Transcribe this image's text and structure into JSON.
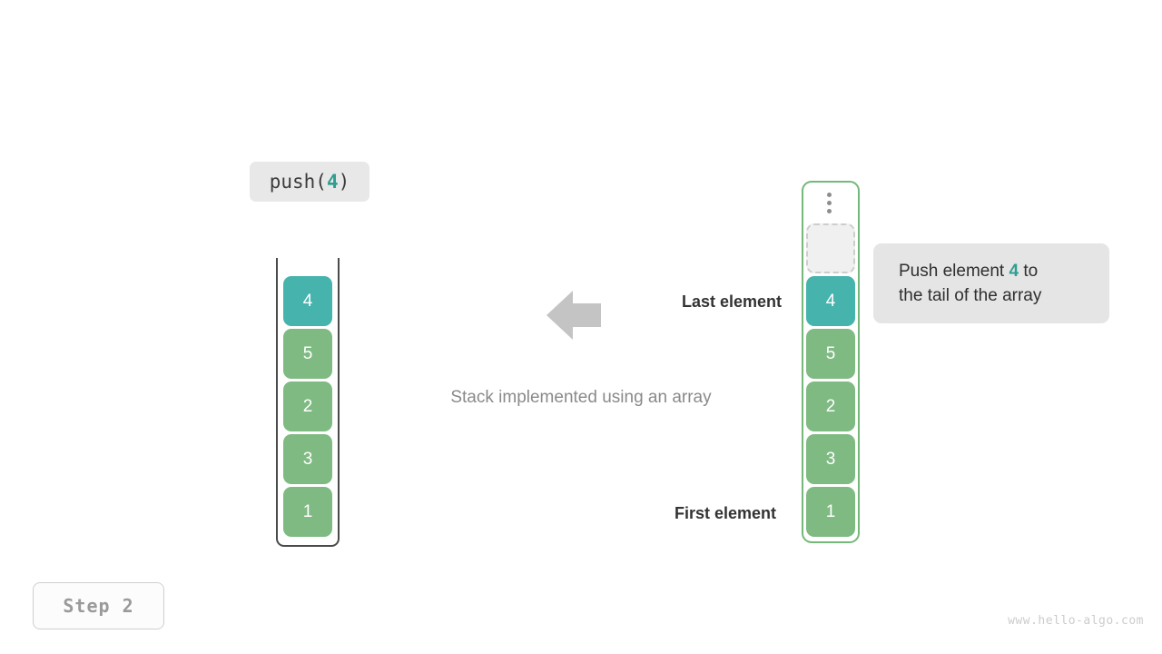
{
  "operation": {
    "prefix": "push(",
    "value": "4",
    "suffix": ")"
  },
  "stack": {
    "caption": "Stack implemented using an array",
    "top_label": "Last element",
    "bottom_label": "First element",
    "cells": [
      {
        "value": "4",
        "style": "teal"
      },
      {
        "value": "5",
        "style": "green"
      },
      {
        "value": "2",
        "style": "green"
      },
      {
        "value": "3",
        "style": "green"
      },
      {
        "value": "1",
        "style": "green"
      }
    ]
  },
  "array": {
    "dots_icon": "vertical-ellipsis-icon",
    "cells": [
      {
        "value": "",
        "style": "empty"
      },
      {
        "value": "4",
        "style": "teal"
      },
      {
        "value": "5",
        "style": "green"
      },
      {
        "value": "2",
        "style": "green"
      },
      {
        "value": "3",
        "style": "green"
      },
      {
        "value": "1",
        "style": "green"
      }
    ]
  },
  "annotation": {
    "line1_prefix": "Push element ",
    "line1_value": "4",
    "line1_suffix": " to",
    "line2": "the tail of the array"
  },
  "arrow": {
    "icon": "arrow-left-icon",
    "color": "#c4c4c4"
  },
  "step": {
    "label": "Step 2"
  },
  "watermark": {
    "text": "www.hello-algo.com"
  },
  "colors": {
    "teal": "#46b3ac",
    "green": "#7fba82",
    "accent_text": "#2f9e8f",
    "bubble_bg": "#e5e5e5",
    "array_border": "#74b87a",
    "stack_border": "#4a4a4a"
  }
}
